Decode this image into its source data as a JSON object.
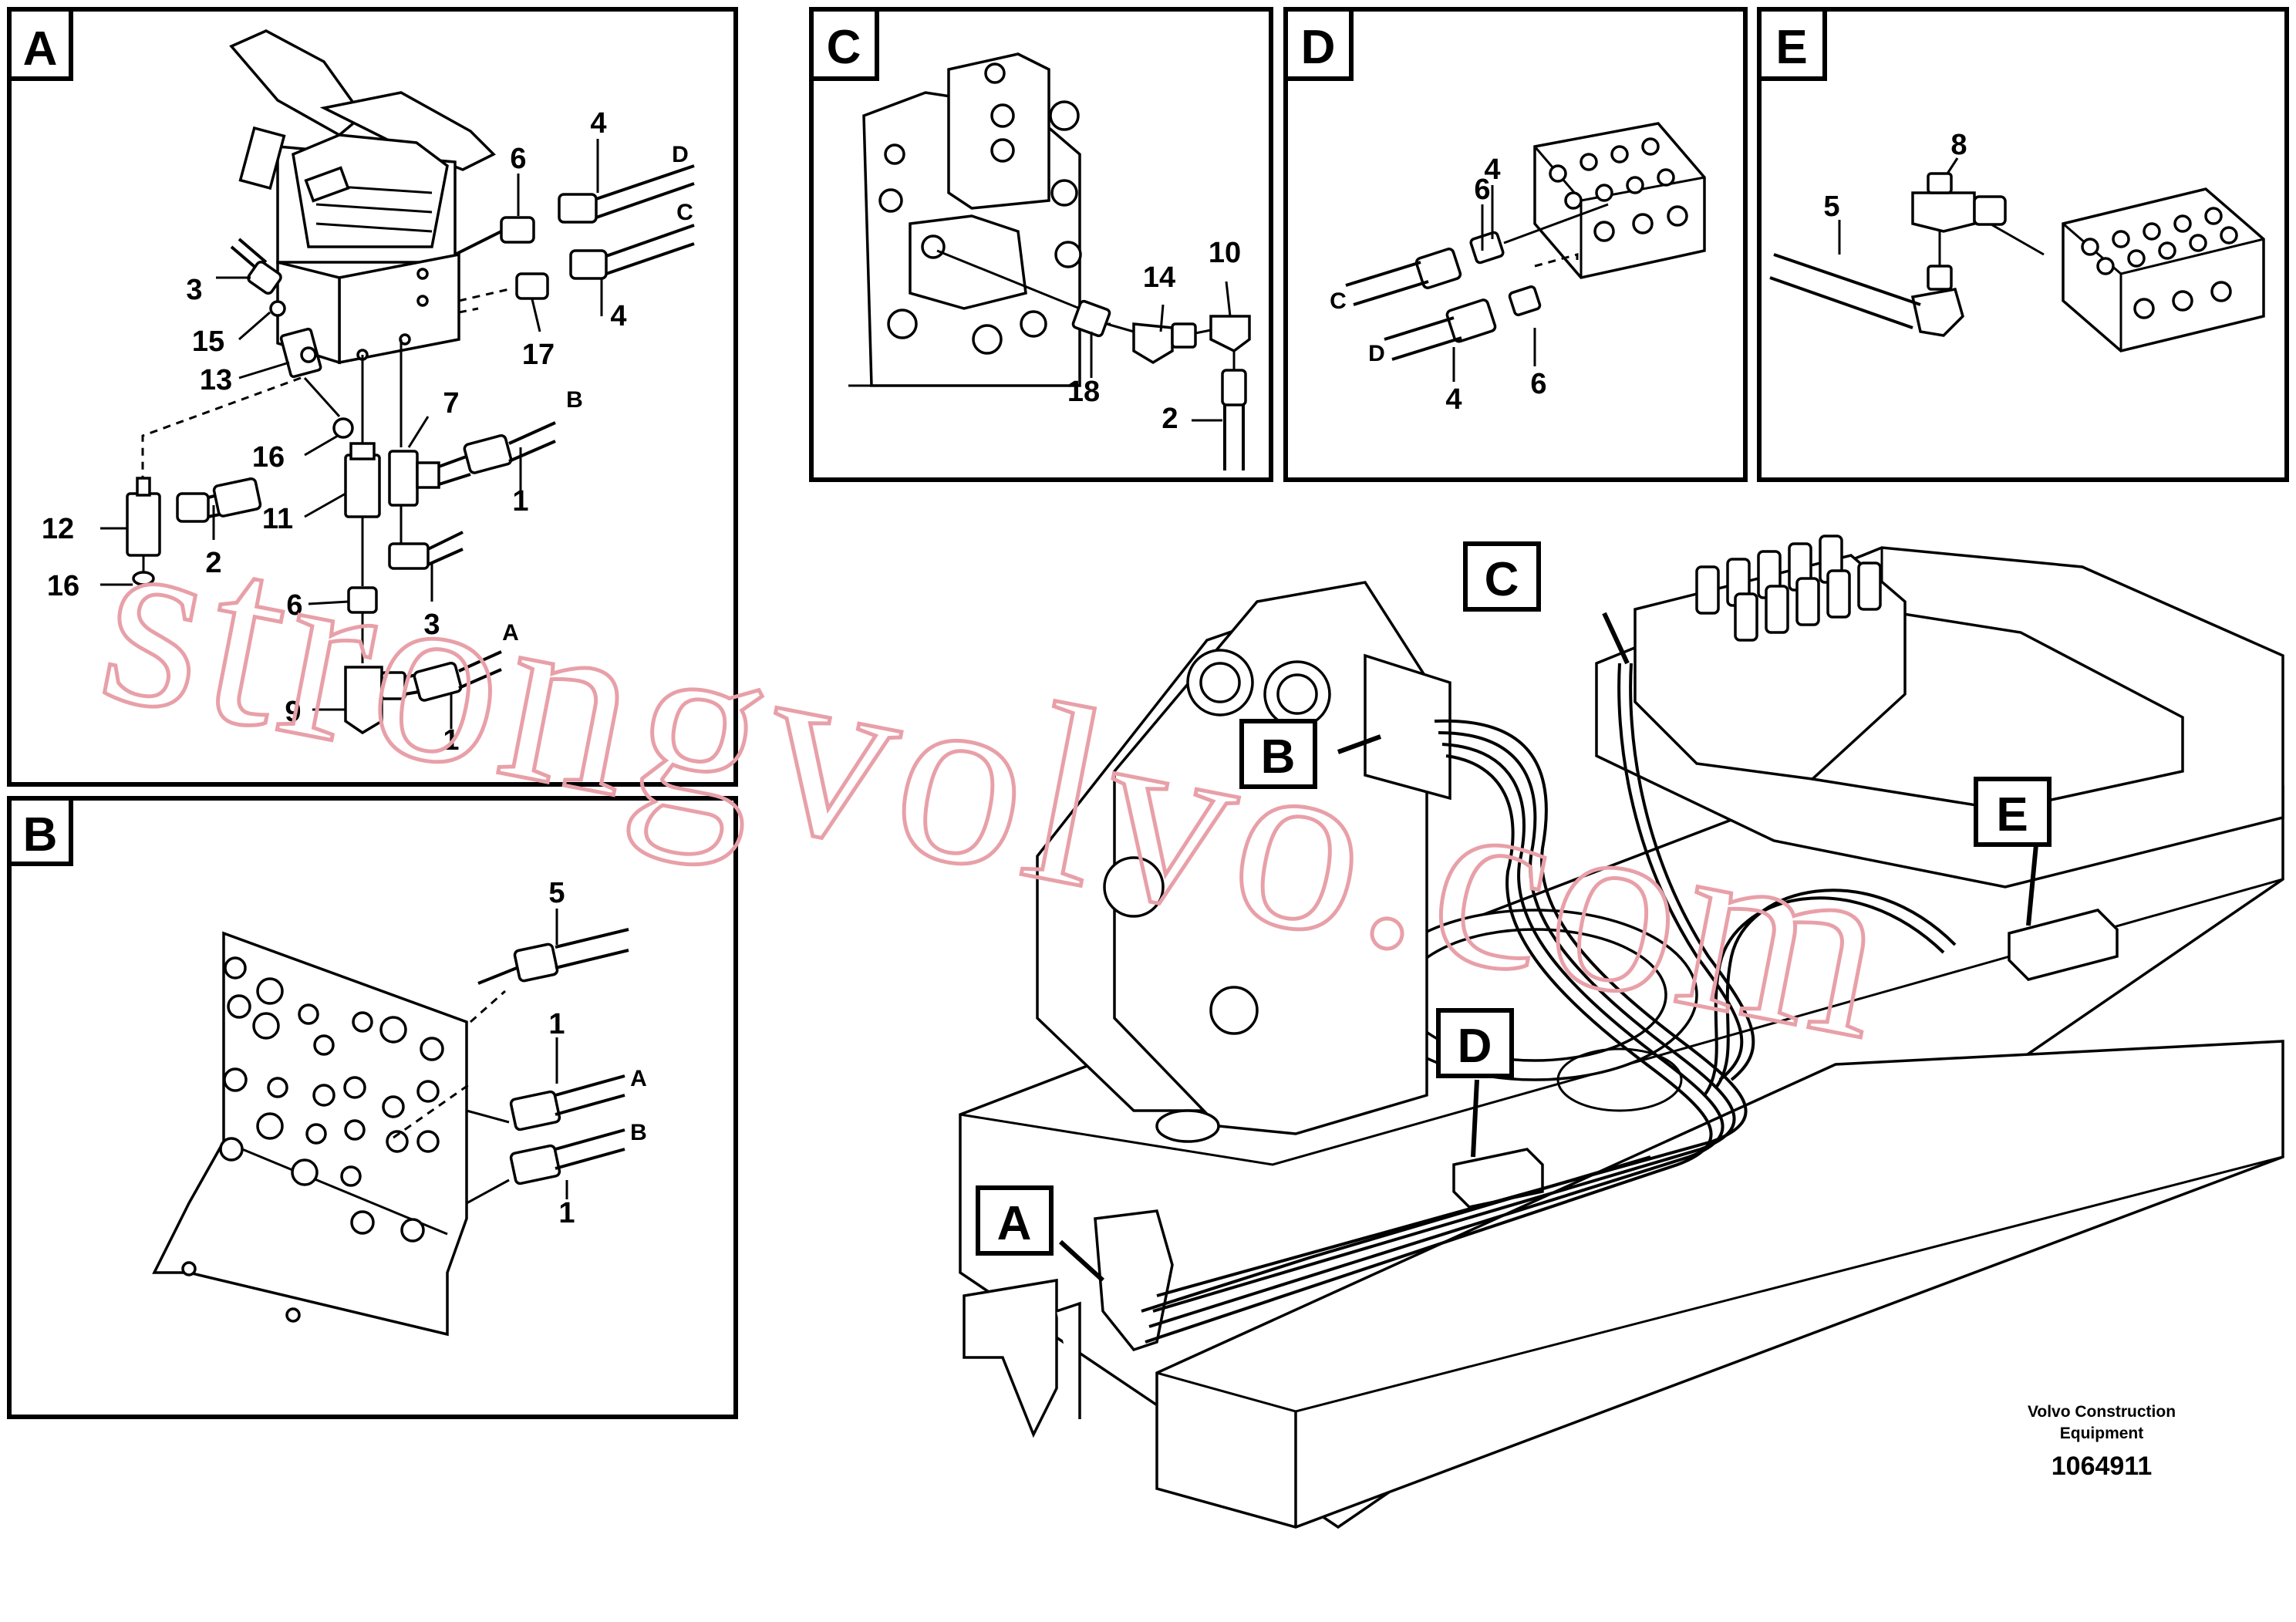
{
  "panels": {
    "A": "A",
    "B": "B",
    "C": "C",
    "D": "D",
    "E": "E"
  },
  "callouts": {
    "A": "A",
    "B": "B",
    "C": "C",
    "D": "D",
    "E": "E"
  },
  "labels_A": {
    "p4a": "4",
    "p6a": "6",
    "pD": "D",
    "pC": "C",
    "p3a": "3",
    "p15": "15",
    "p13": "13",
    "p17": "17",
    "p4b": "4",
    "p7": "7",
    "pB": "B",
    "p16a": "16",
    "p12": "12",
    "p2": "2",
    "p11": "11",
    "p1a": "1",
    "p16b": "16",
    "p3b": "3",
    "p6b": "6",
    "pA": "A",
    "p9": "9",
    "p1b": "1"
  },
  "labels_B": {
    "p5": "5",
    "p1a": "1",
    "pA": "A",
    "pB": "B",
    "p1b": "1"
  },
  "labels_C": {
    "p14": "14",
    "p10": "10",
    "p18": "18",
    "p2": "2"
  },
  "labels_D": {
    "p4a": "4",
    "p6a": "6",
    "pC": "C",
    "pD": "D",
    "p4b": "4",
    "p6b": "6"
  },
  "labels_E": {
    "p8": "8",
    "p5": "5"
  },
  "footer": {
    "company_line1": "Volvo Construction",
    "company_line2": "Equipment",
    "drawing_number": "1064911"
  },
  "watermark": "strongvolvo.com"
}
